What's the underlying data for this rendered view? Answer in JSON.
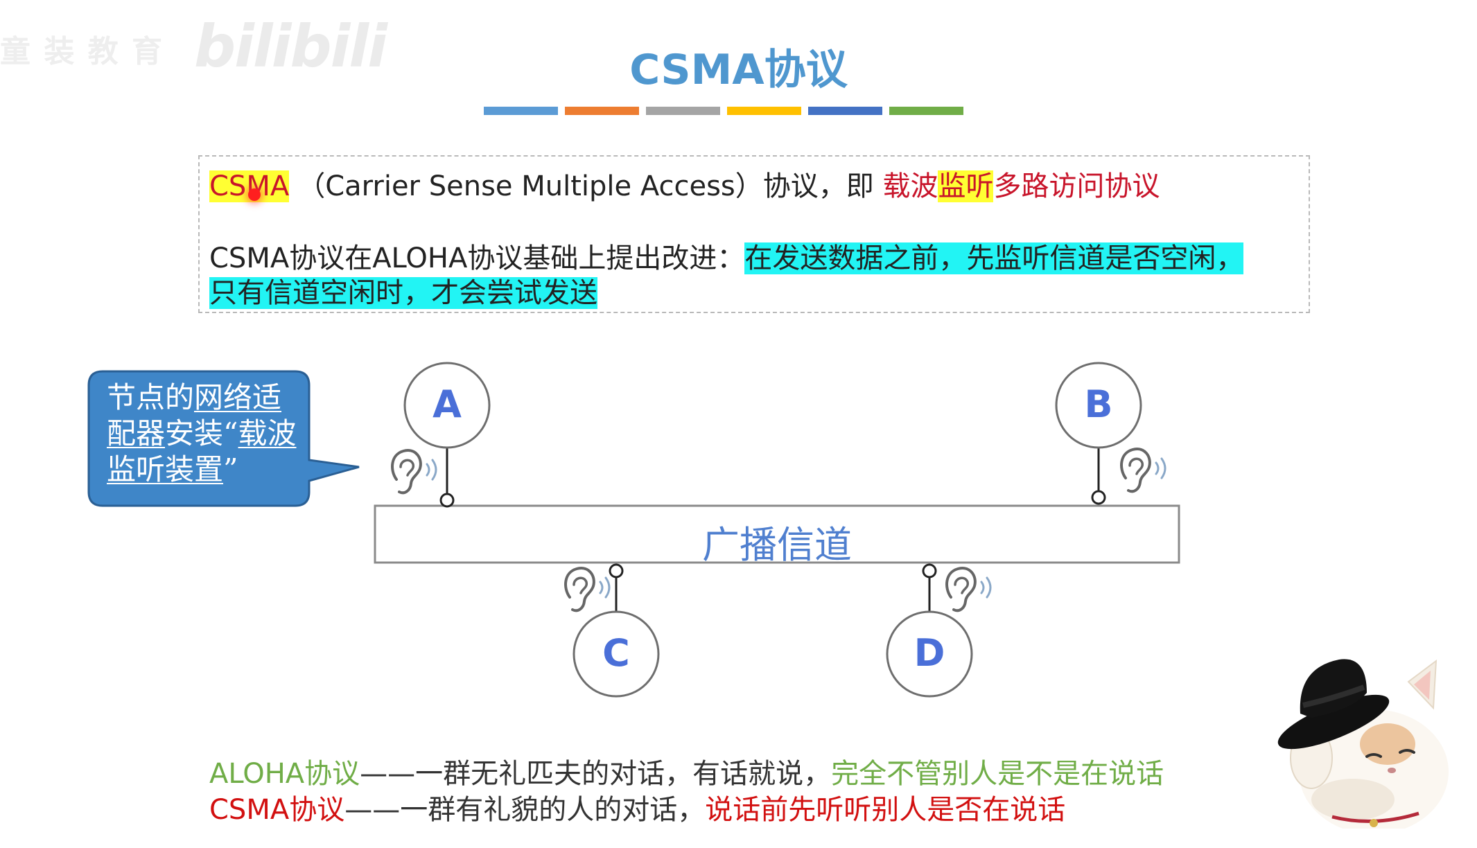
{
  "watermark": {
    "text": "童 装 教 育",
    "logo": "bilibili"
  },
  "title": "CSMA协议",
  "color_bars": [
    "#5b9bd5",
    "#ed7d31",
    "#a5a5a5",
    "#ffc000",
    "#4472c4",
    "#70ad47"
  ],
  "definition": {
    "line1": {
      "abbr": "CSMA",
      "full_name": "（Carrier Sense Multiple Access）协议，即 ",
      "cn_part1": "载波",
      "cn_highlight": "监听",
      "cn_part2": "多路访问协议"
    },
    "line2": {
      "prefix": "CSMA协议在ALOHA协议基础上提出改进：",
      "highlight": "在发送数据之前，先监听信道是否空闲，"
    },
    "line3": {
      "highlight": "只有信道空闲时，才会尝试发送"
    }
  },
  "callout": {
    "part1": "节点的",
    "part2": "网络适配器",
    "part3": "安装“",
    "part4": "载波监听装置",
    "part5": "”"
  },
  "diagram": {
    "channel_label": "广播信道",
    "nodes": {
      "a": "A",
      "b": "B",
      "c": "C",
      "d": "D"
    }
  },
  "comparison": {
    "aloha": {
      "name": "ALOHA协议",
      "middle": "——一群无礼匹夫的对话，有话就说，",
      "emphasis": "完全不管别人是不是在说话"
    },
    "csma": {
      "name": "CSMA协议",
      "middle": "——一群有礼貌的人的对话，",
      "emphasis": "说话前先听听别人是否在说话"
    }
  },
  "colors": {
    "title": "#4f97cf",
    "callout_fill": "#3f86c8",
    "red_text": "#c8142a",
    "green_text": "#70ad47",
    "yellow_highlight": "#ffff33",
    "cyan_highlight": "#22f4f4",
    "node_label": "#4a6fd8"
  }
}
